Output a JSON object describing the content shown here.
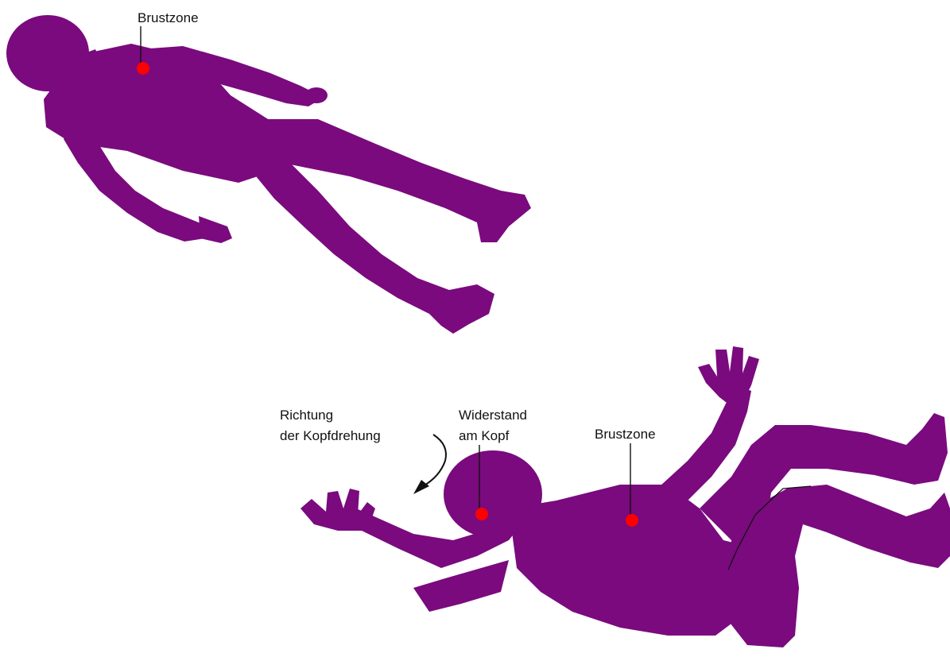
{
  "colors": {
    "background": "#ffffff",
    "body": "#7a0a7e",
    "marker": "#ff0000",
    "line": "#111111"
  },
  "figure_top": {
    "label_chest": "Brustzone"
  },
  "figure_bottom": {
    "label_direction_line1": "Richtung",
    "label_direction_line2": "der Kopfdrehung",
    "label_resistance_line1": "Widerstand",
    "label_resistance_line2": "am Kopf",
    "label_chest": "Brustzone"
  },
  "icons": {
    "rotation_arrow": "curved-arrow-icon",
    "marker": "red-dot-icon"
  }
}
